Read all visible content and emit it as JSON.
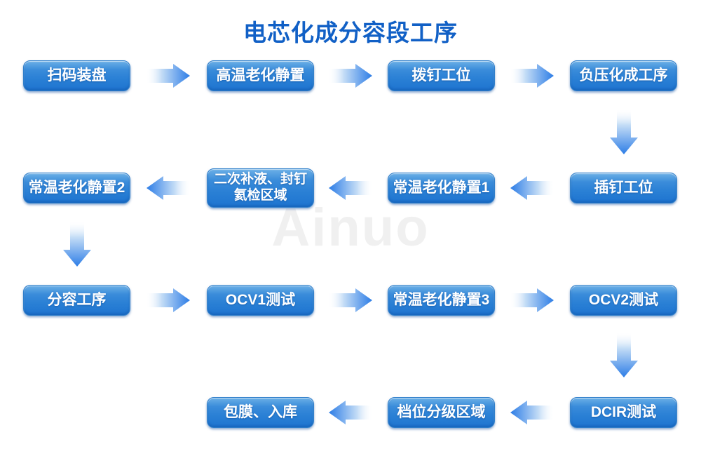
{
  "title": "电芯化成分容段工序",
  "watermark": "Ainuo",
  "colors": {
    "title_blue": "#1160c6",
    "box_gradient_top": "#6cb0e7",
    "box_gradient_bottom": "#1e74d0",
    "arrow_blue": "#2d7de6",
    "box_text": "#ffffff",
    "watermark_gray": "#f0f0f0",
    "background": "#ffffff"
  },
  "nodes": [
    {
      "id": "scan-tray",
      "label": "扫码装盘"
    },
    {
      "id": "high-temp-aging",
      "label": "高温老化静置"
    },
    {
      "id": "pin-pull-station",
      "label": "拨钉工位"
    },
    {
      "id": "negative-pressure-formation",
      "label": "负压化成工序"
    },
    {
      "id": "pin-insert-station",
      "label": "插钉工位"
    },
    {
      "id": "room-temp-aging-1",
      "label": "常温老化静置1"
    },
    {
      "id": "second-fill-seal-helium",
      "label": "二次补液、封钉\n氦检区域"
    },
    {
      "id": "room-temp-aging-2",
      "label": "常温老化静置2"
    },
    {
      "id": "capacity-grading-process",
      "label": "分容工序"
    },
    {
      "id": "ocv1-test",
      "label": "OCV1测试"
    },
    {
      "id": "room-temp-aging-3",
      "label": "常温老化静置3"
    },
    {
      "id": "ocv2-test",
      "label": "OCV2测试"
    },
    {
      "id": "dcir-test",
      "label": "DCIR测试"
    },
    {
      "id": "grade-sorting-area",
      "label": "档位分级区域"
    },
    {
      "id": "wrap-and-warehouse",
      "label": "包膜、入库"
    }
  ],
  "edges": [
    {
      "from": "scan-tray",
      "to": "high-temp-aging",
      "direction": "right"
    },
    {
      "from": "high-temp-aging",
      "to": "pin-pull-station",
      "direction": "right"
    },
    {
      "from": "pin-pull-station",
      "to": "negative-pressure-formation",
      "direction": "right"
    },
    {
      "from": "negative-pressure-formation",
      "to": "pin-insert-station",
      "direction": "down"
    },
    {
      "from": "pin-insert-station",
      "to": "room-temp-aging-1",
      "direction": "left"
    },
    {
      "from": "room-temp-aging-1",
      "to": "second-fill-seal-helium",
      "direction": "left"
    },
    {
      "from": "second-fill-seal-helium",
      "to": "room-temp-aging-2",
      "direction": "left"
    },
    {
      "from": "room-temp-aging-2",
      "to": "capacity-grading-process",
      "direction": "down"
    },
    {
      "from": "capacity-grading-process",
      "to": "ocv1-test",
      "direction": "right"
    },
    {
      "from": "ocv1-test",
      "to": "room-temp-aging-3",
      "direction": "right"
    },
    {
      "from": "room-temp-aging-3",
      "to": "ocv2-test",
      "direction": "right"
    },
    {
      "from": "ocv2-test",
      "to": "dcir-test",
      "direction": "down"
    },
    {
      "from": "dcir-test",
      "to": "grade-sorting-area",
      "direction": "left"
    },
    {
      "from": "grade-sorting-area",
      "to": "wrap-and-warehouse",
      "direction": "left"
    }
  ]
}
